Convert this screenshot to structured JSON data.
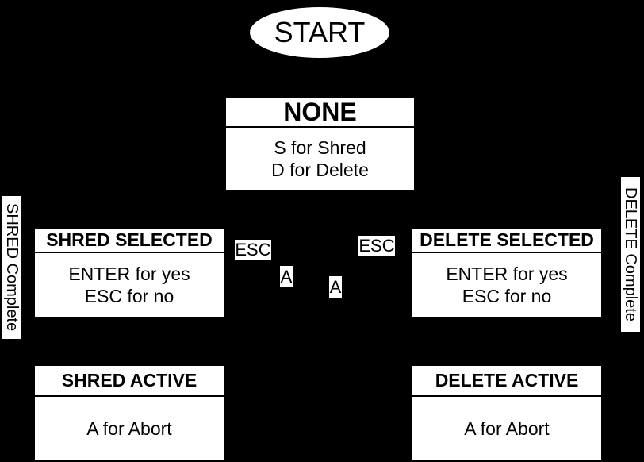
{
  "colors": {
    "background": "#000000",
    "node_fill": "#ffffff",
    "text": "#000000"
  },
  "diagram": {
    "start": {
      "label": "START"
    },
    "nodes": [
      {
        "id": "none",
        "title": "NONE",
        "lines": [
          "S for Shred",
          "D for Delete"
        ]
      },
      {
        "id": "shred-selected",
        "title": "SHRED SELECTED",
        "lines": [
          "ENTER for yes",
          "ESC for no"
        ]
      },
      {
        "id": "delete-selected",
        "title": "DELETE SELECTED",
        "lines": [
          "ENTER for yes",
          "ESC for no"
        ]
      },
      {
        "id": "shred-active",
        "title": "SHRED ACTIVE",
        "lines": [
          "A for Abort"
        ]
      },
      {
        "id": "delete-active",
        "title": "DELETE ACTIVE",
        "lines": [
          "A for Abort"
        ]
      }
    ],
    "edge_labels": {
      "esc_left": "ESC",
      "esc_right": "ESC",
      "a_left": "A",
      "a_right": "A"
    },
    "side_labels": {
      "left": "SHRED Complete",
      "right": "DELETE Complete"
    }
  }
}
